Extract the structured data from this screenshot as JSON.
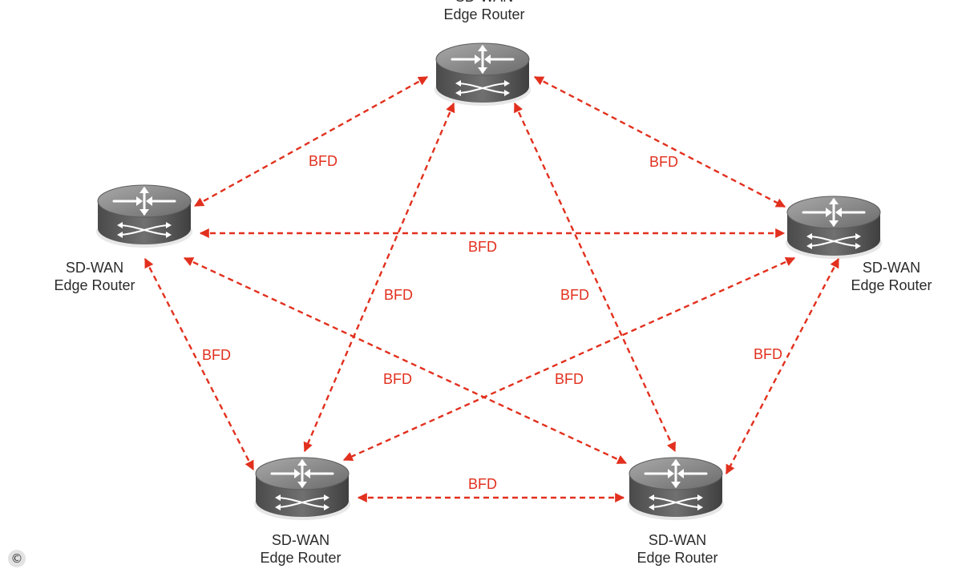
{
  "colors": {
    "link": "#e2301e",
    "label": "#e2301e",
    "router_top": "#8a8a8a",
    "router_body": "#5a5a5a",
    "router_label": "#2b2b2b"
  },
  "icons": {
    "router": "router-icon",
    "copyright": "copyright-icon"
  },
  "copyright_symbol": "©",
  "routers": [
    {
      "id": "top",
      "label_line1": "SD-WAN",
      "label_line2": "Edge Router"
    },
    {
      "id": "left",
      "label_line1": "SD-WAN",
      "label_line2": "Edge Router"
    },
    {
      "id": "right",
      "label_line1": "SD-WAN",
      "label_line2": "Edge Router"
    },
    {
      "id": "bottom-left",
      "label_line1": "SD-WAN",
      "label_line2": "Edge Router"
    },
    {
      "id": "bottom-right",
      "label_line1": "SD-WAN",
      "label_line2": "Edge Router"
    }
  ],
  "links": [
    {
      "from": "top",
      "to": "left",
      "label": "BFD"
    },
    {
      "from": "top",
      "to": "right",
      "label": "BFD"
    },
    {
      "from": "left",
      "to": "right",
      "label": "BFD"
    },
    {
      "from": "top",
      "to": "bottom-left",
      "label": "BFD"
    },
    {
      "from": "top",
      "to": "bottom-right",
      "label": "BFD"
    },
    {
      "from": "left",
      "to": "bottom-left",
      "label": "BFD"
    },
    {
      "from": "right",
      "to": "bottom-right",
      "label": "BFD"
    },
    {
      "from": "left",
      "to": "bottom-right",
      "label": "BFD"
    },
    {
      "from": "right",
      "to": "bottom-left",
      "label": "BFD"
    },
    {
      "from": "bottom-left",
      "to": "bottom-right",
      "label": "BFD"
    }
  ]
}
